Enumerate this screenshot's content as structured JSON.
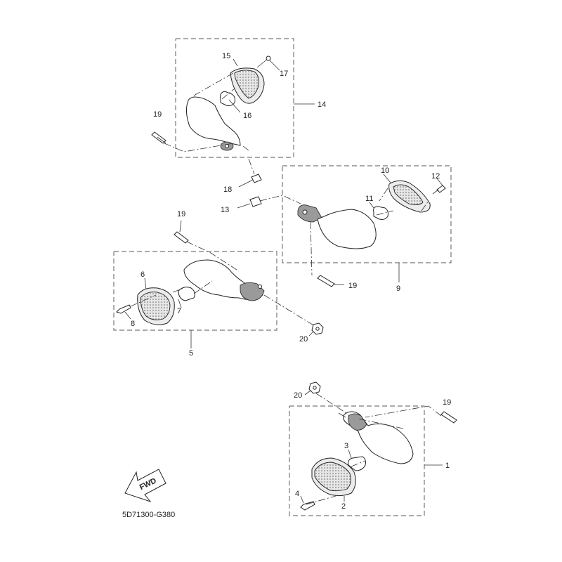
{
  "diagram_code": "5D71300-G380",
  "fwd_label": "FWD",
  "callouts": {
    "c1": "1",
    "c2": "2",
    "c3": "3",
    "c4": "4",
    "c5": "5",
    "c6": "6",
    "c7": "7",
    "c8": "8",
    "c9": "9",
    "c10": "10",
    "c11": "11",
    "c12": "12",
    "c13": "13",
    "c14": "14",
    "c15": "15",
    "c16": "16",
    "c17": "17",
    "c18": "18",
    "c19a": "19",
    "c19b": "19",
    "c19c": "19",
    "c19d": "19",
    "c20a": "20",
    "c20b": "20"
  }
}
